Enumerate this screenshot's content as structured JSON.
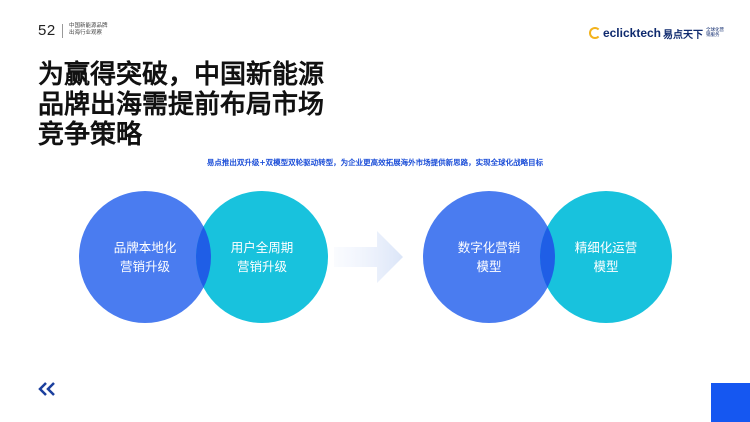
{
  "header": {
    "page_number": "52",
    "report_title_line1": "中国新能源品牌",
    "report_title_line2": "出海行业观察",
    "logo": {
      "brand_text": "eclicktech",
      "brand_cn": "易点天下",
      "brand_sub": "全球化营销服务"
    }
  },
  "headline": {
    "line1": "为赢得突破，中国新能源",
    "line2": "品牌出海需提前布局市场",
    "line3": "竞争策略"
  },
  "subtitle": "易点推出双升级+双模型双轮驱动转型，为企业更高效拓展海外市场提供新思路，实现全球化战略目标",
  "diagram": {
    "left_pair": {
      "circle1": {
        "line1": "品牌本地化",
        "line2": "营销升级"
      },
      "circle2": {
        "line1": "用户全周期",
        "line2": "营销升级"
      }
    },
    "right_pair": {
      "circle1": {
        "line1": "数字化营销",
        "line2": "模型"
      },
      "circle2": {
        "line1": "精细化运营",
        "line2": "模型"
      }
    }
  },
  "colors": {
    "blue_circle": "#4a7cf0",
    "teal_circle": "#18c2dd",
    "overlap": "#1f5ee6",
    "accent_square": "#1557f1"
  }
}
